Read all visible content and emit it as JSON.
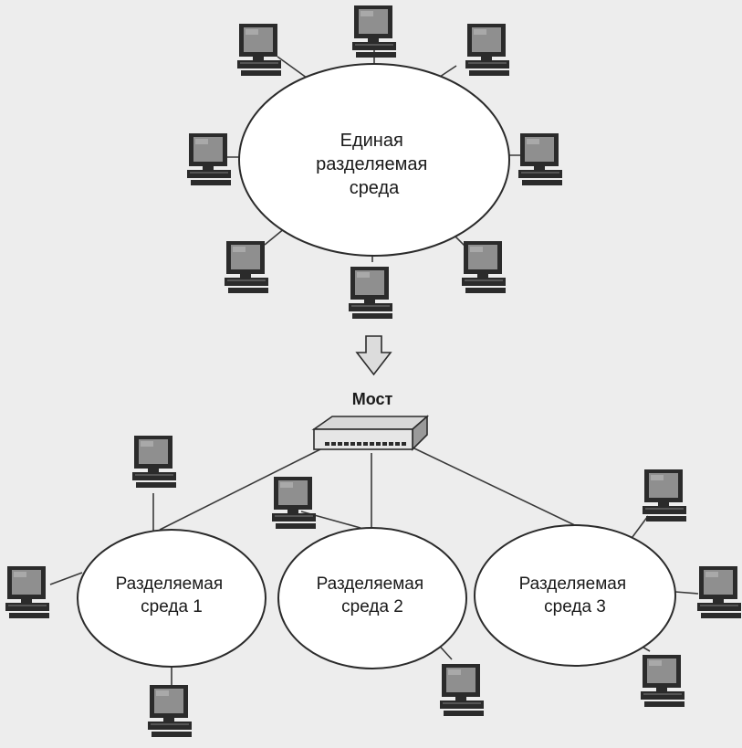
{
  "colors": {
    "background": "#ededed",
    "line": "#3a3a3a",
    "ellipse_fill": "#ffffff",
    "computer_frame": "#2b2b2b",
    "computer_screen": "#8f8f8f",
    "arrow_fill": "#dcdcdc"
  },
  "icons": {
    "computer": "computer-icon",
    "bridge": "bridge-device-icon",
    "arrow": "arrow-down-icon"
  },
  "top": {
    "label_lines": [
      "Единая",
      "разделяемая",
      "среда"
    ]
  },
  "bridge": {
    "label": "Мост"
  },
  "segments": [
    {
      "lines": [
        "Разделяемая",
        "среда 1"
      ]
    },
    {
      "lines": [
        "Разделяемая",
        "среда 2"
      ]
    },
    {
      "lines": [
        "Разделяемая",
        "среда 3"
      ]
    }
  ]
}
